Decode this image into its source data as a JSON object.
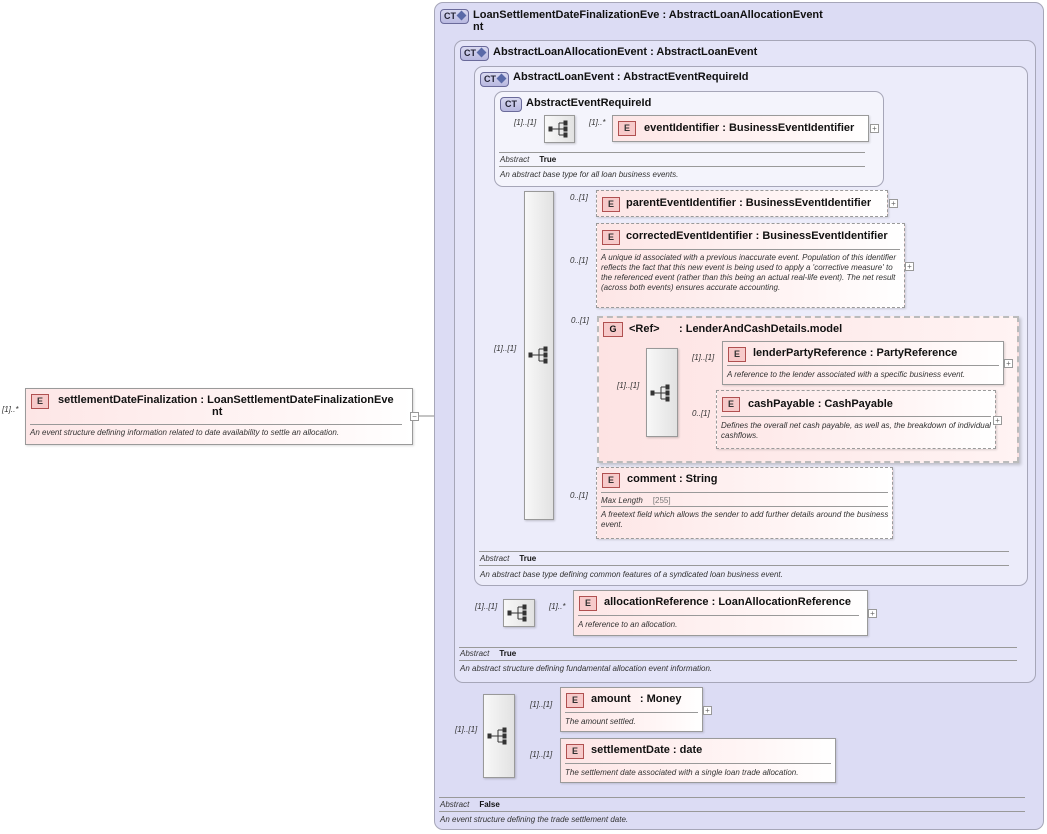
{
  "root": {
    "cardinality": "[1]..*",
    "badge": "E",
    "name_line1": "settlementDateFinalization : LoanSettlementDateFinalizationEve",
    "name_line2": "nt",
    "description": "An event structure defining information related to date availability to settle an allocation."
  },
  "ct_outer": {
    "badge": "CT",
    "name_line1": "LoanSettlementDateFinalizationEve : AbstractLoanAllocationEvent",
    "name_line2": "nt",
    "abstract_label": "Abstract",
    "abstract_value": "False",
    "description": "An event structure defining the trade settlement date."
  },
  "ct_alloc": {
    "badge": "CT",
    "name": "AbstractLoanAllocationEvent : AbstractLoanEvent",
    "abstract_label": "Abstract",
    "abstract_value": "True",
    "description": "An abstract structure defining fundamental allocation event information."
  },
  "ct_loan": {
    "badge": "CT",
    "name": "AbstractLoanEvent : AbstractEventRequireId",
    "abstract_label": "Abstract",
    "abstract_value": "True",
    "description": "An abstract base type defining common features of a syndicated loan business event."
  },
  "ct_req": {
    "badge": "CT",
    "name": "AbstractEventRequireId",
    "abstract_label": "Abstract",
    "abstract_value": "True",
    "description": "An abstract base type for all loan business events."
  },
  "cards": {
    "req_seq": "[1]..[1]",
    "event_identifier": "[1]..*",
    "loan_seq": "[1]..[1]",
    "parent": "0..[1]",
    "corrected": "0..[1]",
    "group": "0..[1]",
    "group_seq": "[1]..[1]",
    "lender": "[1]..[1]",
    "cash": "0..[1]",
    "comment": "0..[1]",
    "alloc_seq": "[1]..[1]",
    "alloc_ref": "[1]..*",
    "outer_seq": "[1]..[1]",
    "amount": "[1]..[1]",
    "settlement_date": "[1]..[1]"
  },
  "elements": {
    "event_identifier": {
      "badge": "E",
      "name": "eventIdentifier : BusinessEventIdentifier"
    },
    "parent": {
      "badge": "E",
      "name": "parentEventIdentifier : BusinessEventIdentifier"
    },
    "corrected": {
      "badge": "E",
      "name": "correctedEventIdentifier : BusinessEventIdentifier",
      "description": "A unique id associated with a previous inaccurate event. Population of this identifier reflects the fact that this new event is being used to apply a 'corrective measure' to the referenced event (rather than this being an actual real-life event). The net result (across both events) ensures accurate accounting."
    },
    "group": {
      "badge": "G",
      "ref": "<Ref>",
      "name": ": LenderAndCashDetails.model"
    },
    "lender": {
      "badge": "E",
      "name": "lenderPartyReference : PartyReference",
      "description": "A reference to the lender associated with a specific business event."
    },
    "cash": {
      "badge": "E",
      "name": "cashPayable : CashPayable",
      "description": "Defines the overall net cash payable, as well as, the breakdown of individual cashflows."
    },
    "comment": {
      "badge": "E",
      "name": "comment : String",
      "facet_label": "Max Length",
      "facet_value": "[255]",
      "description": "A freetext field which allows the sender to add further details around the business event."
    },
    "alloc_ref": {
      "badge": "E",
      "name": "allocationReference : LoanAllocationReference",
      "description": "A reference to an allocation."
    },
    "amount": {
      "badge": "E",
      "name": "amount   : Money",
      "description": "The amount settled."
    },
    "settlement_date": {
      "badge": "E",
      "name": "settlementDate : date",
      "description": "The settlement date associated with a single loan trade allocation."
    }
  },
  "icons": {
    "sequence": "sequence-icon",
    "expand": "expand-plus-icon",
    "collapse": "collapse-minus-icon"
  }
}
